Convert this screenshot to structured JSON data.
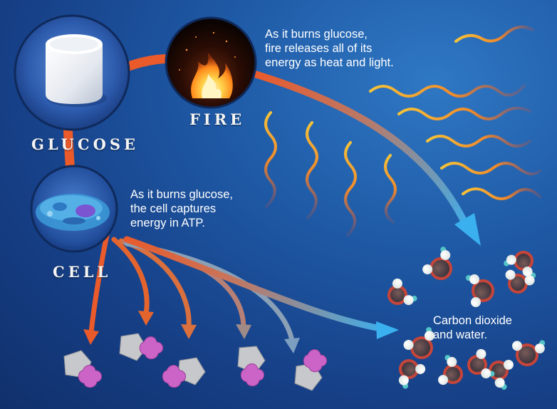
{
  "labels": {
    "glucose": "GLUCOSE",
    "fire": "FIRE",
    "cell": "CELL"
  },
  "captions": {
    "fire": [
      "As it burns glucose,",
      "fire releases all of its",
      "energy as heat and light."
    ],
    "cell": [
      "As it burns glucose,",
      "the cell captures",
      "energy in ATP."
    ],
    "products": [
      "Carbon dioxide",
      "and water."
    ]
  },
  "colors": {
    "background": "#1b4f98",
    "arrow_orange": "#ea5a2a",
    "arrow_blue": "#3ab0ef",
    "heat_wave_yellow": "#f5c338",
    "oxygen_red": "#c5453a",
    "hydrogen_white": "#f4f6f2",
    "atp_pink": "#cc64c8",
    "atp_gray": "#c7c8cb"
  },
  "icons": [
    "marshmallow-icon",
    "flame-icon",
    "cell-organelle-icon",
    "atp-molecule-icon",
    "water-molecule-icon",
    "heat-wave-icon"
  ]
}
